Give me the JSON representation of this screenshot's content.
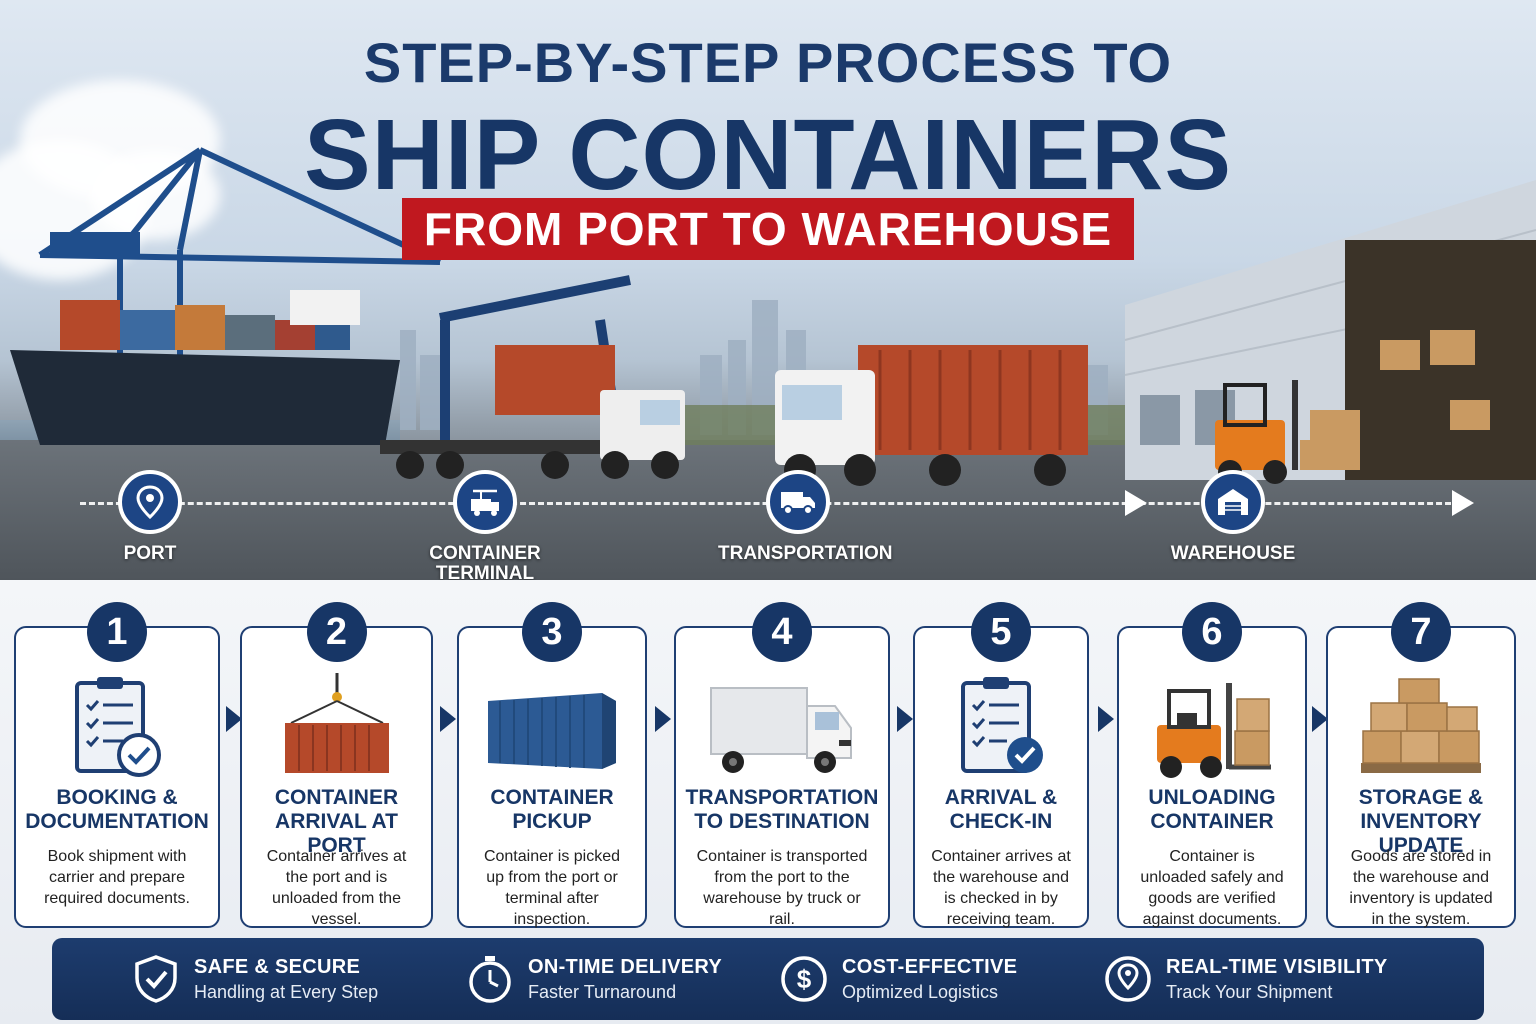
{
  "header": {
    "title_line1": "STEP-BY-STEP PROCESS TO",
    "title_line2": "SHIP CONTAINERS",
    "subtitle": "FROM PORT TO WAREHOUSE"
  },
  "stages": [
    {
      "label": "PORT",
      "icon": "location-pin-icon"
    },
    {
      "label": "CONTAINER TERMINAL",
      "icon": "container-crane-icon"
    },
    {
      "label": "TRANSPORTATION",
      "icon": "truck-icon"
    },
    {
      "label": "WAREHOUSE",
      "icon": "warehouse-icon"
    }
  ],
  "steps": [
    {
      "number": "1",
      "title": "BOOKING & DOCUMENTATION",
      "description": "Book shipment with carrier and prepare required documents.",
      "icon": "clipboard-check-icon"
    },
    {
      "number": "2",
      "title": "CONTAINER ARRIVAL AT PORT",
      "description": "Container arrives at the port and is unloaded from the vessel.",
      "icon": "hoisted-container-icon"
    },
    {
      "number": "3",
      "title": "CONTAINER PICKUP",
      "description": "Container is picked up from the port or terminal after inspection.",
      "icon": "shipping-container-icon"
    },
    {
      "number": "4",
      "title": "TRANSPORTATION TO DESTINATION",
      "description": "Container is transported from the port to the warehouse by truck or rail.",
      "icon": "box-truck-icon"
    },
    {
      "number": "5",
      "title": "ARRIVAL & CHECK-IN",
      "description": "Container arrives at the warehouse and is checked in by receiving team.",
      "icon": "clipboard-check-icon"
    },
    {
      "number": "6",
      "title": "UNLOADING CONTAINER",
      "description": "Container is unloaded safely and goods are verified against documents.",
      "icon": "forklift-icon"
    },
    {
      "number": "7",
      "title": "STORAGE & INVENTORY UPDATE",
      "description": "Goods are stored in the warehouse and inventory is updated in the system.",
      "icon": "stacked-boxes-icon"
    }
  ],
  "features": [
    {
      "title": "SAFE & SECURE",
      "subtitle": "Handling at Every Step",
      "icon": "shield-check-icon"
    },
    {
      "title": "ON-TIME DELIVERY",
      "subtitle": "Faster Turnaround",
      "icon": "stopwatch-icon"
    },
    {
      "title": "COST-EFFECTIVE",
      "subtitle": "Optimized Logistics",
      "icon": "dollar-icon"
    },
    {
      "title": "REAL-TIME VISIBILITY",
      "subtitle": "Track Your Shipment",
      "icon": "location-pin-icon"
    }
  ],
  "colors": {
    "navy": "#173666",
    "red": "#c0181f",
    "container_orange": "#b5492a",
    "container_blue": "#2c5a94"
  }
}
